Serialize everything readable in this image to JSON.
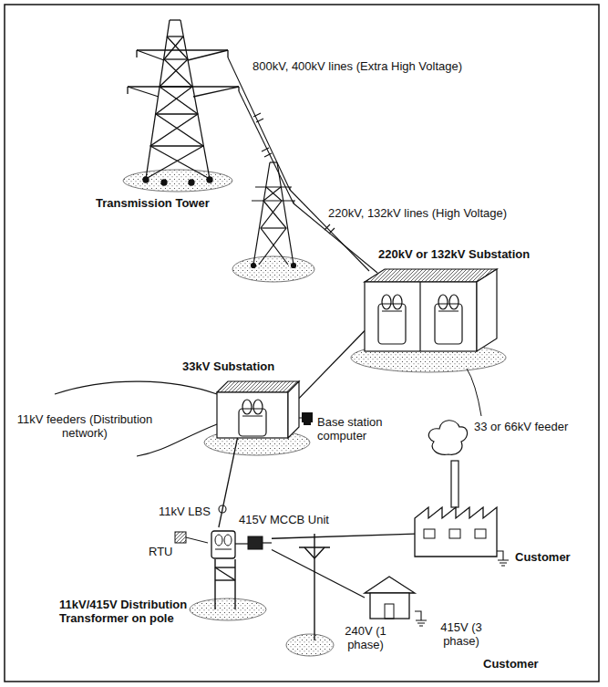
{
  "diagram": {
    "nodes": [
      {
        "text": [
          "220kV or 132kV Substation"
        ]
      },
      {
        "text": [
          "33kV Substation"
        ]
      },
      {
        "text": [
          "11kV/415V Distribution Transformer on pole"
        ]
      },
      {
        "text": [
          "Customer"
        ]
      },
      {
        "text": [
          "Customer"
        ]
      }
    ],
    "edges": [
      {
        "from": 0,
        "to": 1,
        "arrow": "none"
      },
      {
        "from": 1,
        "to": 2,
        "arrow": "none"
      },
      {
        "from": 2,
        "to": 3,
        "arrow": "none"
      },
      {
        "from": 2,
        "to": 4,
        "arrow": "none"
      }
    ],
    "labels": [
      "800kV, 400kV lines (Extra High Voltage)",
      "Transmission Tower",
      "220kV, 132kV lines (High Voltage)",
      "33 or 66kV feeder",
      "11kV feeders (Distribution network)",
      "Base station computer",
      "11kV LBS",
      "415V MCCB Unit",
      "RTU",
      "415V (3 phase)",
      "240V (1 phase)"
    ]
  }
}
